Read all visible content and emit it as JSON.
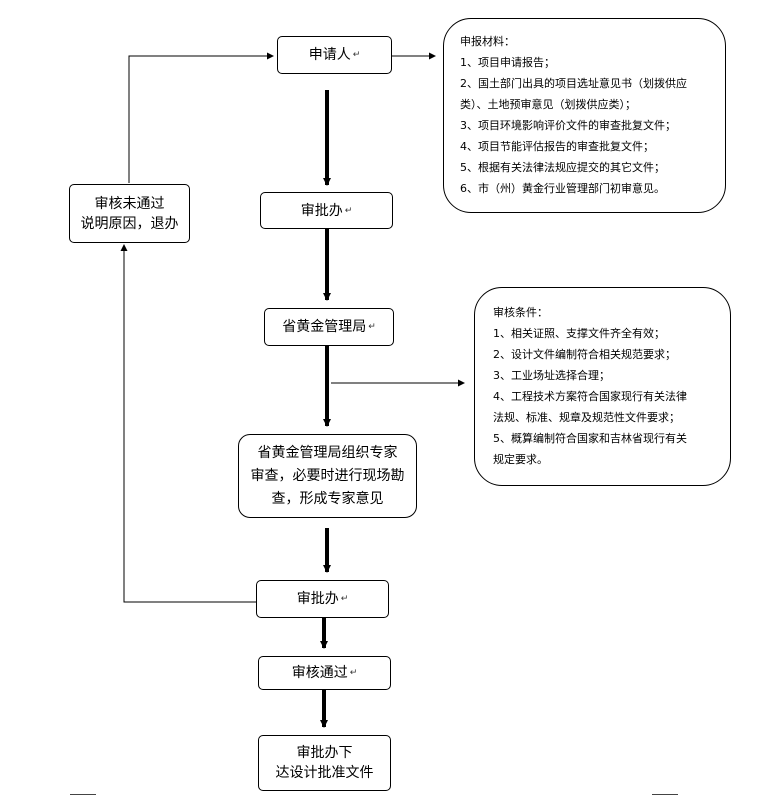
{
  "nodes": {
    "applicant": "申请人",
    "office1": "审批办",
    "bureau": "省黄金管理局",
    "experts": "省黄金管理局组织专家\n审查，必要时进行现场勘\n查，形成专家意见",
    "office2": "审批办",
    "passed": "审核通过",
    "issue": "审批办下\n达设计批准文件",
    "rejected": "审核未通过\n说明原因，退办"
  },
  "materials": {
    "title": "申报材料：",
    "items": [
      "1、项目申请报告；",
      "2、国土部门出具的项目选址意见书（划拨供应",
      "类）、土地预审意见（划拨供应类）；",
      "3、项目环境影响评价文件的审查批复文件；",
      "4、项目节能评估报告的审查批复文件；",
      "5、根据有关法律法规应提交的其它文件；",
      "6、市（州）黄金行业管理部门初审意见。"
    ]
  },
  "conditions": {
    "title": "审核条件：",
    "items": [
      "1、相关证照、支撑文件齐全有效；",
      "2、设计文件编制符合相关规范要求；",
      "3、工业场址选择合理；",
      "4、工程技术方案符合国家现行有关法律",
      "法规、标准、规章及规范性文件要求；",
      "5、概算编制符合国家和吉林省现行有关",
      "规定要求。"
    ]
  },
  "paragraph_mark": "↵"
}
